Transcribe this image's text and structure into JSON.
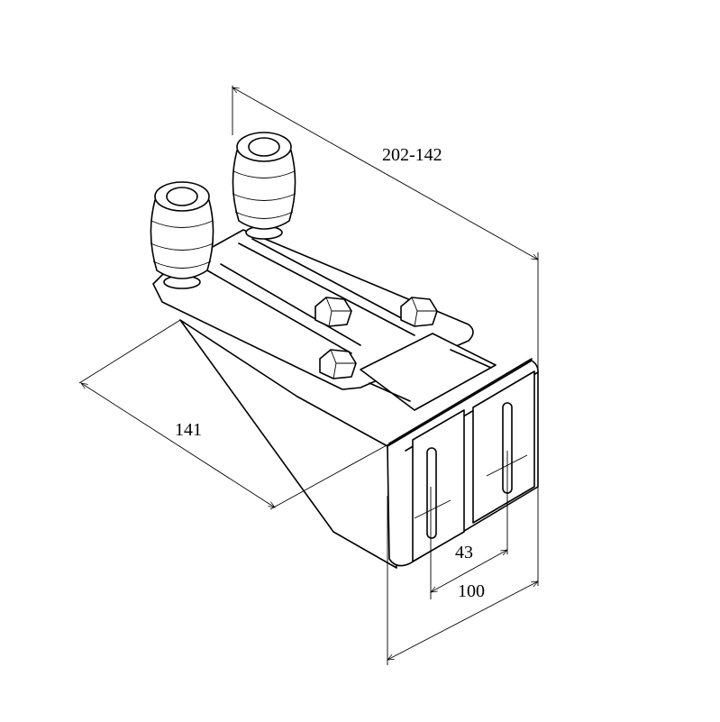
{
  "dimensions": {
    "overall_length": "202-142",
    "plate_width": "141",
    "slot_spacing": "43",
    "bracket_width": "100"
  }
}
